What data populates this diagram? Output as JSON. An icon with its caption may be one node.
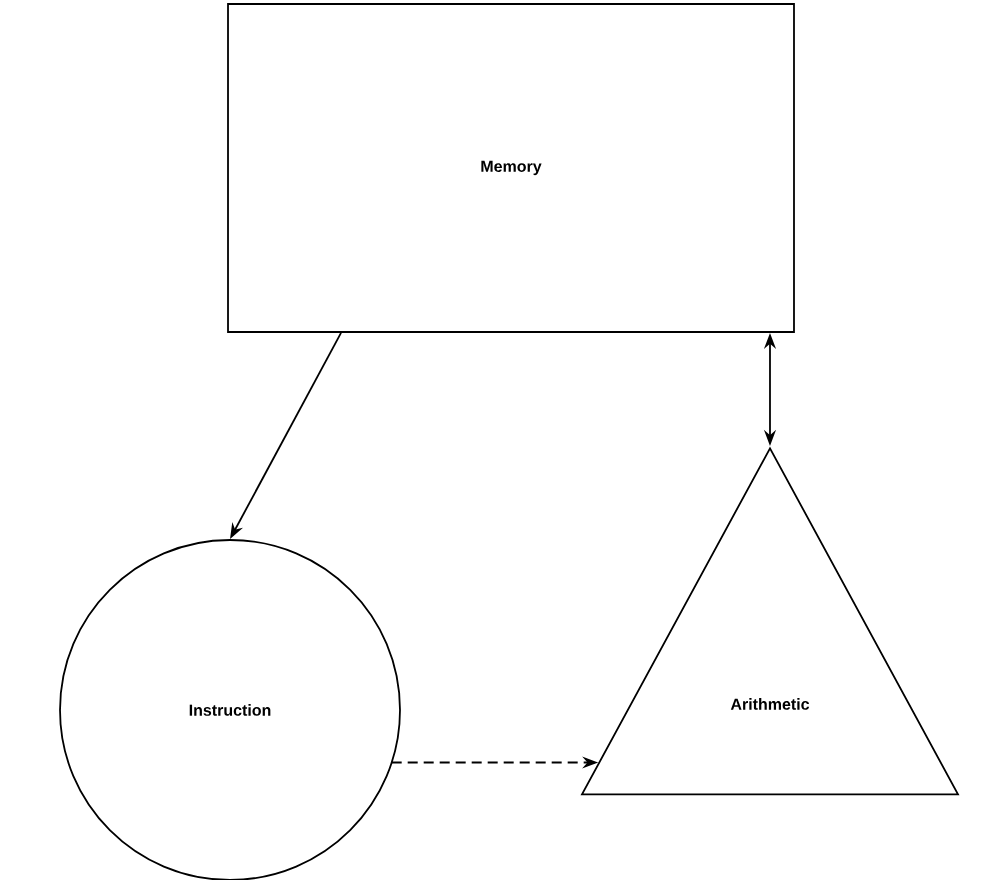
{
  "diagram": {
    "nodes": [
      {
        "text": [
          "Memory"
        ]
      },
      {
        "text": [
          "Instruction"
        ]
      },
      {
        "text": [
          "Arithmetic"
        ]
      }
    ],
    "edges": [
      {
        "from": 0,
        "to": 1,
        "arrow": "to"
      },
      {
        "from": 0,
        "to": 2,
        "arrow": "both"
      },
      {
        "from": 1,
        "to": 2,
        "arrow": "to",
        "style": "dashed"
      }
    ]
  }
}
